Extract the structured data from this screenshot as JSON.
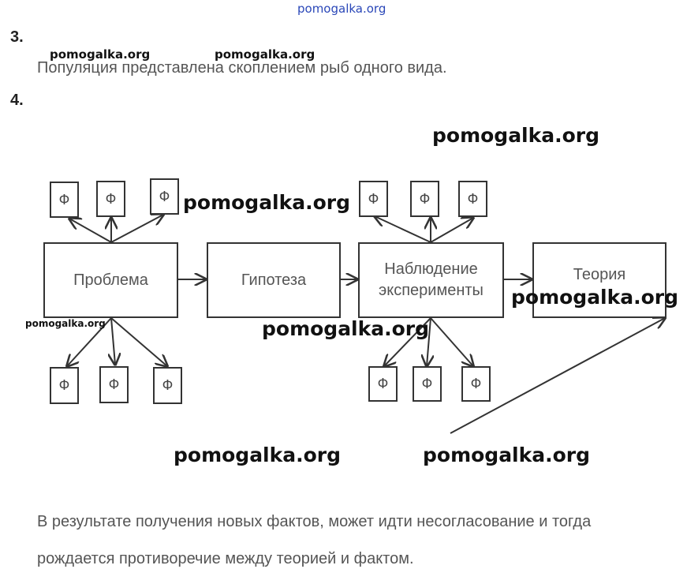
{
  "watermark": {
    "text": "pomogalka.org"
  },
  "items": [
    {
      "number": "3.",
      "answer": "Популяция представлена скоплением рыб одного вида."
    },
    {
      "number": "4."
    }
  ],
  "diagram": {
    "boxes": {
      "problem": "Проблема",
      "hypothesis": "Гипотеза",
      "observation_line1": "Наблюдение",
      "observation_line2": "эксперименты",
      "theory": "Теория"
    },
    "fact_label": "Ф"
  },
  "conclusion": {
    "line1": "В результате получения новых фактов, может идти несогласование и тогда",
    "line2": "рождается противоречие между теорией и фактом."
  }
}
